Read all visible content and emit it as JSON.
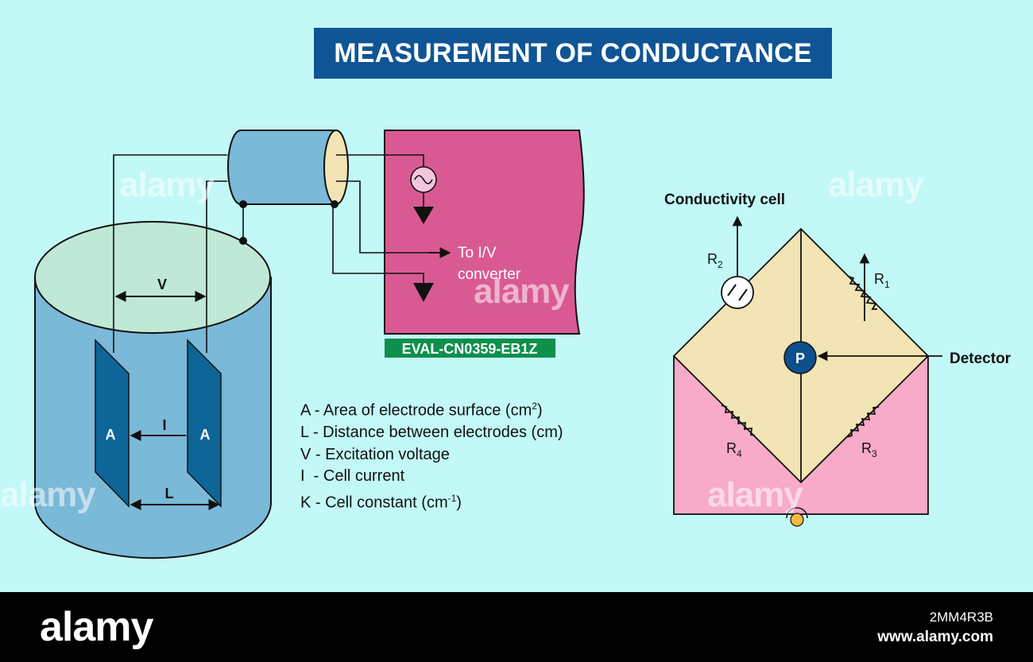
{
  "title": "MEASUREMENT OF CONDUCTANCE",
  "labels": {
    "voltage": "V",
    "electrode_left": "A",
    "electrode_right": "A",
    "current": "I",
    "length": "L",
    "to_iv_line1": "To I/V",
    "to_iv_line2": "converter",
    "eval_board": "EVAL-CN0359-EB1Z",
    "conductivity_cell": "Conductivity cell",
    "detector": "Detector",
    "detector_symbol": "P",
    "r_letter": "R",
    "r1": "1",
    "r2": "2",
    "r3": "3",
    "r4": "4"
  },
  "legend": [
    {
      "text": "A - Area of electrode surface (cm",
      "sup": "2",
      "tail": ")"
    },
    {
      "text": "L - Distance between electrodes (cm)",
      "sup": "",
      "tail": ""
    },
    {
      "text": "V - Excitation voltage",
      "sup": "",
      "tail": ""
    },
    {
      "text": "I  - Cell current",
      "sup": "",
      "tail": ""
    },
    {
      "text": "K - Cell constant (cm",
      "sup": "-1",
      "tail": ")"
    }
  ],
  "watermark": "alamy",
  "footer": {
    "logo": "alamy",
    "image_id": "2MM4R3B",
    "site": "www.alamy.com"
  },
  "colors": {
    "background": "#c2f8f6",
    "title_bg": "#0f5595",
    "beaker": "#7ab9d8",
    "beaker_top": "#bfe8d6",
    "electrode": "#0d6697",
    "eval_board": "#d95a93",
    "eval_label_bg": "#0e8f4c",
    "bridge_upper": "#f2e4b4",
    "bridge_lower": "#f7abc8",
    "detector": "#0e4f8d"
  }
}
